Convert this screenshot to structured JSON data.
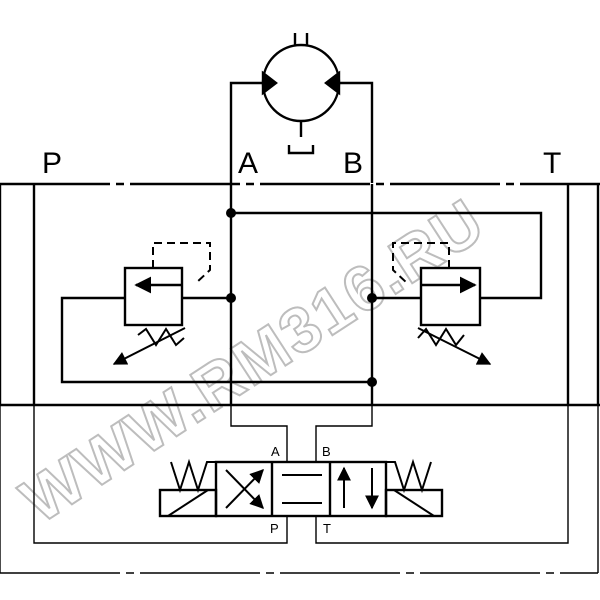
{
  "labels": {
    "port_p": "P",
    "port_a": "A",
    "port_b": "B",
    "port_t": "T",
    "valve_a": "A",
    "valve_b": "B",
    "valve_p": "P",
    "valve_t": "T"
  },
  "watermark": "WWW.RM316.RU",
  "colors": {
    "line": "#000000",
    "watermark": "#bdbdbd",
    "background": "#ffffff"
  }
}
